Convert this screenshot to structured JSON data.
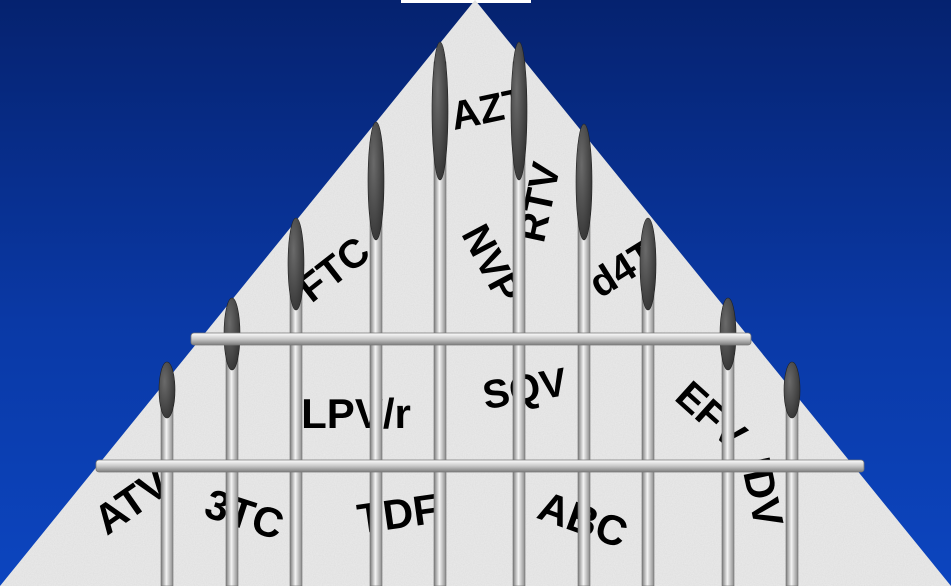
{
  "colors": {
    "background_top": "#05226f",
    "background_bottom": "#0c45bf",
    "pyramid": "#ebebeb",
    "text": "#000000",
    "needle_tip": "#3f3f3f"
  },
  "drugs": [
    {
      "id": "azt",
      "label": "AZT"
    },
    {
      "id": "rtv",
      "label": "RTV"
    },
    {
      "id": "nvp",
      "label": "NVP"
    },
    {
      "id": "ftc",
      "label": "FTC"
    },
    {
      "id": "d4t",
      "label": "d4T"
    },
    {
      "id": "lpvr",
      "label": "LPV/r"
    },
    {
      "id": "sqv",
      "label": "SQV"
    },
    {
      "id": "efv",
      "label": "EFV"
    },
    {
      "id": "atv",
      "label": "ATV"
    },
    {
      "id": "3tc",
      "label": "3TC"
    },
    {
      "id": "tdf",
      "label": "TDF"
    },
    {
      "id": "abc",
      "label": "ABC"
    },
    {
      "id": "idv",
      "label": "IDV"
    }
  ]
}
